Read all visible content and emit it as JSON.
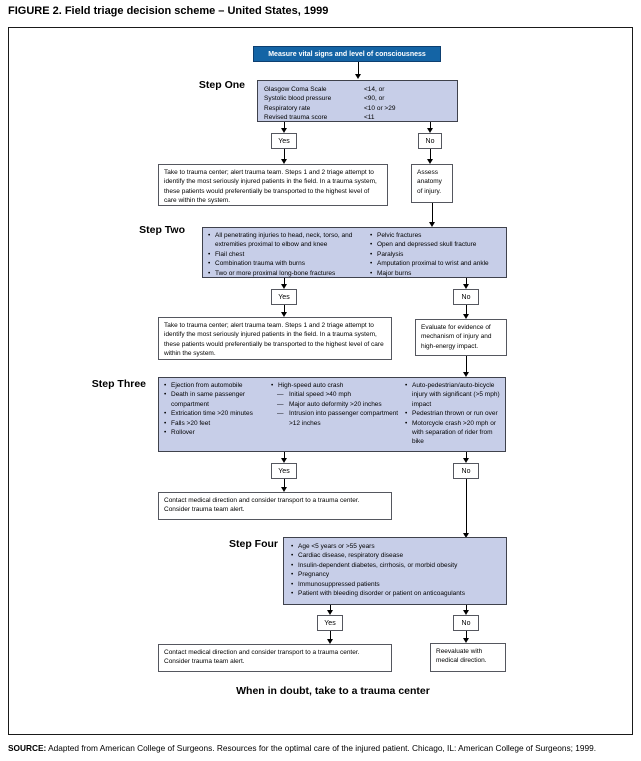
{
  "figure": {
    "title": "FIGURE 2. Field triage decision scheme – United States, 1999",
    "bottom_note": "When in doubt, take to a trauma center",
    "source_label": "SOURCE:",
    "source_text": " Adapted from American College of Surgeons. Resources for the optimal care of the injured patient. Chicago, IL: American College of Surgeons; 1999."
  },
  "colors": {
    "header_blue": "#1464a5",
    "header_blue_border": "#0d3f70",
    "step_box_fill": "#c7cee8",
    "step_box_border": "#3f424c",
    "line_black": "#000000"
  },
  "decisions": {
    "yes": "Yes",
    "no": "No"
  },
  "start": {
    "label": "Measure vital signs and level of consciousness"
  },
  "step_one": {
    "label": "Step One",
    "criteria": [
      {
        "name": "Glasgow Coma Scale",
        "value": "<14, or"
      },
      {
        "name": "Systolic blood pressure",
        "value": "<90, or"
      },
      {
        "name": "Respiratory rate",
        "value": "<10 or >29"
      },
      {
        "name": "Revised trauma score",
        "value": "<11"
      }
    ],
    "yes_outcome": "Take to trauma center; alert trauma team. Steps 1 and 2 triage attempt to identify the most seriously injured patients in the field. In a trauma system, these patients would preferentially be transported to the highest level of care within the system.",
    "no_outcome": "Assess anatomy of injury."
  },
  "step_two": {
    "label": "Step Two",
    "col1": [
      "All penetrating injuries to head, neck, torso, and extremities proximal to elbow and knee",
      "Flail chest",
      "Combination trauma with burns",
      "Two or more proximal long-bone fractures"
    ],
    "col2": [
      "Pelvic fractures",
      "Open and depressed skull fracture",
      "Paralysis",
      "Amputation proximal to wrist and ankle",
      "Major burns"
    ],
    "yes_outcome": "Take to trauma center; alert trauma team. Steps 1 and 2 triage attempt to identify the most seriously injured patients in the field. In a trauma system, these patients would preferentially be transported to the highest level of care within the system.",
    "no_outcome": "Evaluate for evidence of mechanism of injury and high-energy impact."
  },
  "step_three": {
    "label": "Step Three",
    "col1": [
      "Ejection from automobile",
      "Death in same passenger compartment",
      "Extrication time >20 minutes",
      "Falls >20 feet",
      "Rollover"
    ],
    "col2_main": "High-speed auto crash",
    "col2_sub": [
      "Initial speed >40 mph",
      "Major auto deformity >20 inches",
      "Intrusion into passenger compartment >12 inches"
    ],
    "col3": [
      "Auto-pedestrian/auto-bicycle injury with significant (>5 mph) impact",
      "Pedestrian thrown or run over",
      "Motorcycle crash >20 mph or with separation of rider from bike"
    ],
    "yes_outcome": "Contact medical direction and consider transport to a trauma center. Consider trauma team alert."
  },
  "step_four": {
    "label": "Step Four",
    "items": [
      "Age <5 years or >55 years",
      "Cardiac disease, respiratory disease",
      "Insulin-dependent diabetes, cirrhosis, or morbid obesity",
      "Pregnancy",
      "Immunosuppressed patients",
      "Patient with bleeding disorder or patient on anticoagulants"
    ],
    "yes_outcome": "Contact medical direction and consider transport to a trauma center. Consider trauma team alert.",
    "no_outcome": "Reevaluate with medical direction."
  }
}
